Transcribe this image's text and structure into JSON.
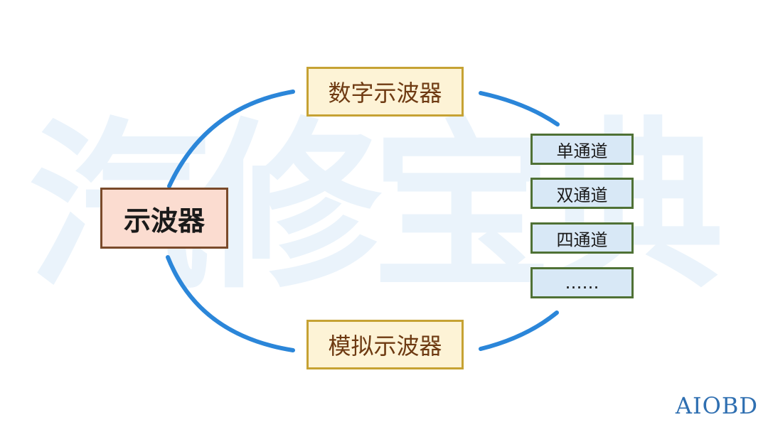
{
  "watermark": "汽修宝典",
  "main_node": {
    "label": "示波器"
  },
  "types": {
    "digital": "数字示波器",
    "analog": "模拟示波器"
  },
  "channels": [
    "单通道",
    "双通道",
    "四通道",
    "……"
  ],
  "brand": "AIOBD",
  "colors": {
    "ellipse": "#2b86d9",
    "main_fill": "#fbdcd0",
    "main_border": "#7a4a2a",
    "type_fill": "#fdf3d6",
    "type_border": "#c6a233",
    "channel_fill": "#d8e8f6",
    "channel_border": "#4f7135",
    "watermark": "#eaf3fb",
    "brand": "#2f6fb1"
  }
}
